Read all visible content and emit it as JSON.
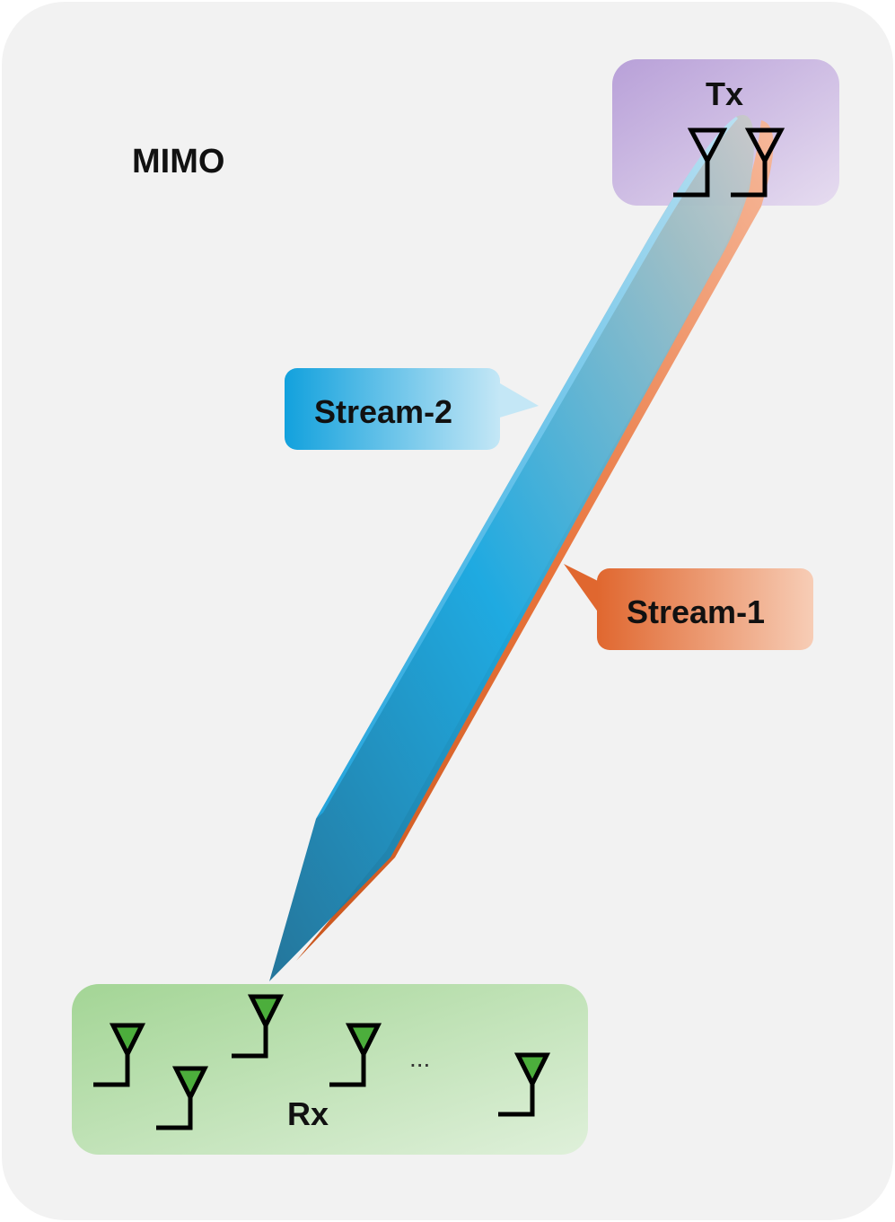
{
  "title": "MIMO",
  "transmitter": {
    "label": "Tx",
    "antenna_count": 2,
    "antenna_color": "#000000",
    "box_color": "#b9a3d9"
  },
  "receiver": {
    "label": "Rx",
    "antenna_count": 5,
    "ellipsis": "...",
    "antenna_fill": "#4ca84c",
    "box_color": "#a8d8a0"
  },
  "streams": [
    {
      "name": "Stream-1",
      "color": "#e8733a"
    },
    {
      "name": "Stream-2",
      "color": "#16a6e0"
    }
  ],
  "background_color": "#f2f2f2"
}
